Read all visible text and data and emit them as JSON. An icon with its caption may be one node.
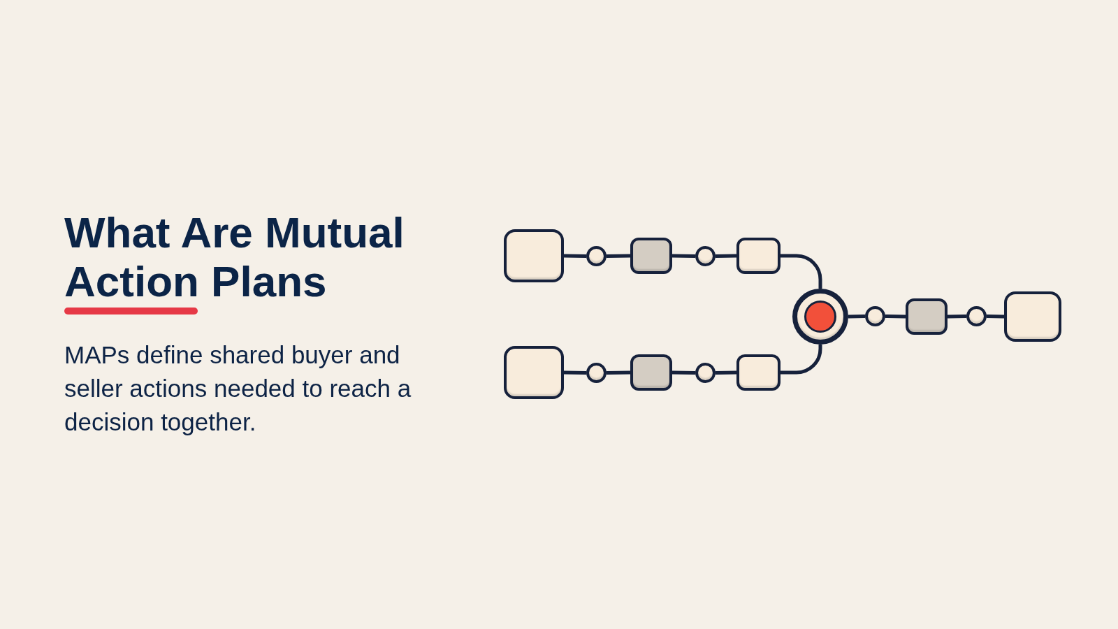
{
  "diagram": {
    "title": "What Are Mutual Action Plans",
    "caption": "MAPs define shared buyer and seller actions needed to reach a decision together.",
    "nodes": [
      {
        "text": [],
        "shape": "box"
      },
      {
        "text": [],
        "shape": "circle"
      },
      {
        "text": [],
        "shape": "box"
      },
      {
        "text": [],
        "shape": "circle"
      },
      {
        "text": [],
        "shape": "box"
      },
      {
        "text": [],
        "shape": "box"
      },
      {
        "text": [],
        "shape": "circle"
      },
      {
        "text": [],
        "shape": "box"
      },
      {
        "text": [],
        "shape": "circle"
      },
      {
        "text": [],
        "shape": "box"
      },
      {
        "text": [],
        "shape": "circle"
      },
      {
        "text": [],
        "shape": "circle"
      },
      {
        "text": [],
        "shape": "box"
      },
      {
        "text": [],
        "shape": "circle"
      },
      {
        "text": [],
        "shape": "box"
      }
    ],
    "edges": [
      {
        "from": 0,
        "to": 1,
        "arrow": "none"
      },
      {
        "from": 1,
        "to": 2,
        "arrow": "none"
      },
      {
        "from": 2,
        "to": 3,
        "arrow": "none"
      },
      {
        "from": 3,
        "to": 4,
        "arrow": "none"
      },
      {
        "from": 4,
        "to": 10,
        "arrow": "none"
      },
      {
        "from": 5,
        "to": 6,
        "arrow": "none"
      },
      {
        "from": 6,
        "to": 7,
        "arrow": "none"
      },
      {
        "from": 7,
        "to": 8,
        "arrow": "none"
      },
      {
        "from": 8,
        "to": 9,
        "arrow": "none"
      },
      {
        "from": 9,
        "to": 10,
        "arrow": "none"
      },
      {
        "from": 10,
        "to": 11,
        "arrow": "none"
      },
      {
        "from": 11,
        "to": 12,
        "arrow": "none"
      },
      {
        "from": 12,
        "to": 13,
        "arrow": "none"
      },
      {
        "from": 13,
        "to": 14,
        "arrow": "none"
      }
    ]
  }
}
